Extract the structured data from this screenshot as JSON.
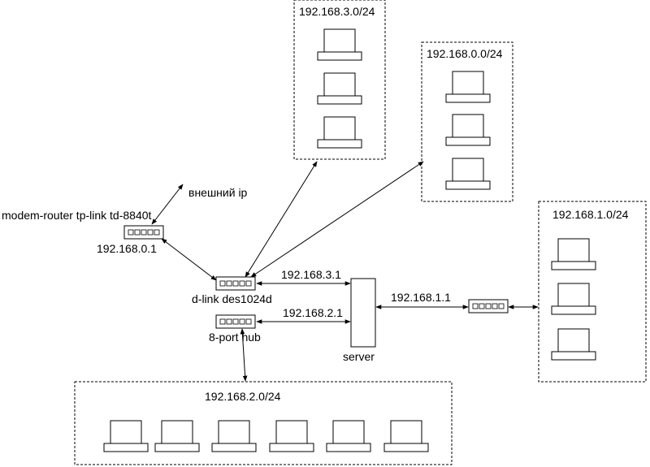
{
  "subnets": {
    "net3": {
      "label": "192.168.3.0/24"
    },
    "net0": {
      "label": "192.168.0.0/24"
    },
    "net1": {
      "label": "192.168.1.0/24"
    },
    "net2": {
      "label": "192.168.2.0/24"
    }
  },
  "devices": {
    "router": {
      "name": "modem-router tp-link td-8840t",
      "ip": "192.168.0.1"
    },
    "external": {
      "label": "внешний ip"
    },
    "dlink": {
      "name": "d-link des1024d"
    },
    "hub": {
      "name": "8-port hub"
    },
    "server": {
      "name": "server"
    }
  },
  "links": {
    "dlink_server": "192.168.3.1",
    "hub_server": "192.168.2.1",
    "server_switch1": "192.168.1.1"
  },
  "colors": {
    "stroke": "#000000",
    "background": "#ffffff"
  }
}
